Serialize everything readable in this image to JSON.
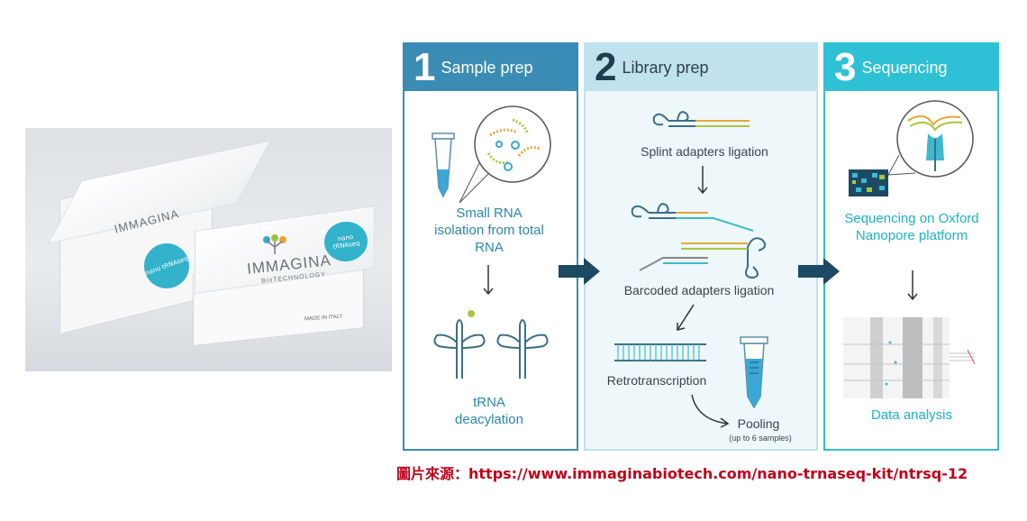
{
  "product_photo": {
    "brand": "IMMAGINA",
    "brand_sub": "BioTECHNOLOGY",
    "seal_text": "nano tRNAseq",
    "made_in": "MADE IN ITALY"
  },
  "panels": [
    {
      "number": "1",
      "title": "Sample prep"
    },
    {
      "number": "2",
      "title": "Library prep"
    },
    {
      "number": "3",
      "title": "Sequencing"
    }
  ],
  "steps": {
    "small_rna": "Small RNA isolation from total RNA",
    "trna_deacylation": "tRNA deacylation",
    "splint": "Splint adapters ligation",
    "barcoded": "Barcoded adapters ligation",
    "retro": "Retrotranscription",
    "pooling": "Pooling",
    "pooling_note": "(up to 6 samples)",
    "sequencing": "Sequencing on Oxford Nanopore platform",
    "data_analysis": "Data analysis"
  },
  "source": "圖片來源：https://www.immaginabiotech.com/nano-trnaseq-kit/ntrsq-12",
  "colors": {
    "panel1": "#3b8cb5",
    "panel2": "#bfe2ee",
    "panel3": "#2ec1d6",
    "arrow": "#1c4a63",
    "source_text": "#c0001a"
  }
}
